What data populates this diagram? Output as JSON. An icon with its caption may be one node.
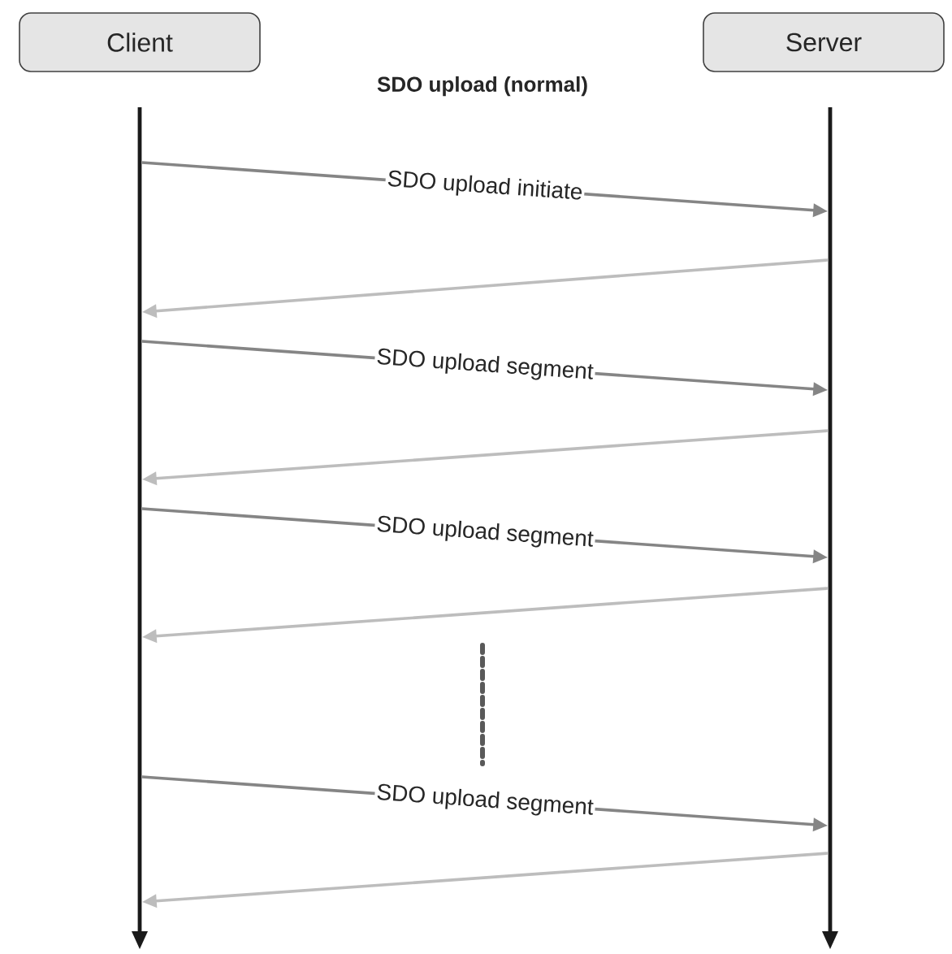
{
  "diagram": {
    "title": "SDO upload (normal)",
    "nodes": [
      {
        "text": [
          "Client"
        ]
      },
      {
        "text": [
          "Server"
        ]
      },
      {
        "text": [],
        "shape": "bar"
      },
      {
        "text": [],
        "shape": "bar"
      }
    ],
    "edges": [
      {
        "from": 2,
        "to": 3,
        "arrow": "to",
        "label": "SDO upload initiate",
        "color": "#858585"
      },
      {
        "from": 3,
        "to": 2,
        "arrow": "to",
        "color": "#bdbdbd"
      },
      {
        "from": 2,
        "to": 3,
        "arrow": "to",
        "label": "SDO upload segment",
        "color": "#858585"
      },
      {
        "from": 3,
        "to": 2,
        "arrow": "to",
        "color": "#bdbdbd"
      },
      {
        "from": 2,
        "to": 3,
        "arrow": "to",
        "label": "SDO upload segment",
        "color": "#858585"
      },
      {
        "from": 3,
        "to": 2,
        "arrow": "to",
        "color": "#bdbdbd"
      },
      {
        "from": 2,
        "to": 3,
        "arrow": "to",
        "label": "SDO upload segment",
        "color": "#858585"
      },
      {
        "from": 3,
        "to": 2,
        "arrow": "to",
        "color": "#bdbdbd"
      }
    ]
  }
}
